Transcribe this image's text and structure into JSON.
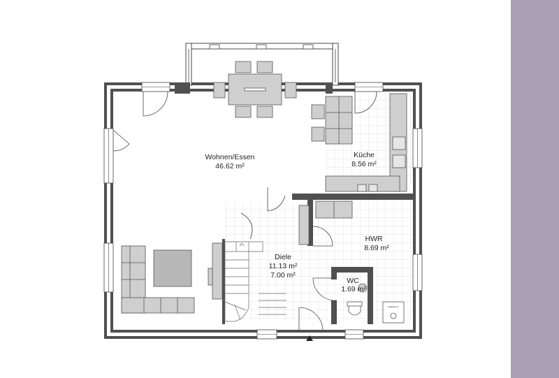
{
  "colors": {
    "sidebar": "#ab9fb6",
    "wall_dark": "#505050",
    "wall_light": "#ffffff",
    "furniture_fill": "#c8c8c8",
    "tile_line": "#d8d8d8",
    "line": "#444444"
  },
  "rooms": {
    "wohnen": {
      "name": "Wohnen/Essen",
      "area": "46.62 m²"
    },
    "kueche": {
      "name": "Küche",
      "area": "8.56 m²"
    },
    "hwr": {
      "name": "HWR",
      "area": "8.69 m²"
    },
    "diele": {
      "name": "Diele",
      "area": "11.13 m²",
      "area2": "7.00 m²"
    },
    "wc": {
      "name": "WC",
      "area": "1.69 m²"
    }
  },
  "fixtures": {
    "boiler_label": "Gastherme"
  },
  "icons": {
    "entrance": "triangle-up"
  }
}
